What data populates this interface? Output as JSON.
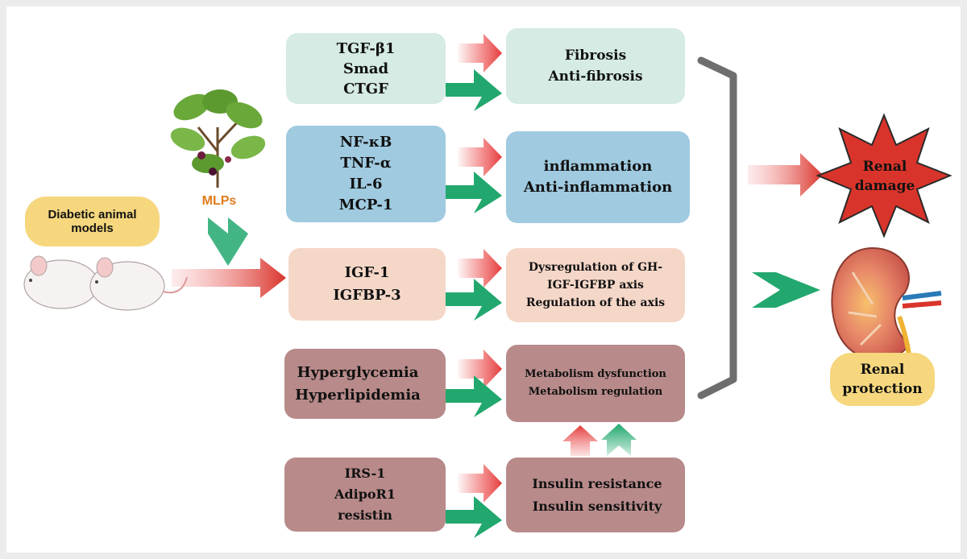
{
  "colors": {
    "green_box": "#d5ebe3",
    "blue_box": "#9fcae0",
    "peach_box": "#f5d7c8",
    "mauve_box": "#b88a8a",
    "up_red": "#d9472f",
    "down_green": "#1a8a55",
    "pink_arrow": "#f06a6a",
    "green_arrow": "#22a86e",
    "bracket": "#6e6e6e",
    "star_fill": "#d9342b",
    "mlps_text": "#e07b1a",
    "yellow_label": "#f6d77e"
  },
  "source": {
    "label_lines": [
      "Diabetic animal",
      "models"
    ],
    "agent": "MLPs"
  },
  "pathways": [
    {
      "id": "fibrosis",
      "markers": [
        "TGF-β1",
        "Smad",
        "CTGF"
      ],
      "outcome_lines": [
        "Fibrosis",
        "Anti-fibrosis"
      ]
    },
    {
      "id": "inflammation",
      "markers": [
        "NF-κB",
        "TNF-α",
        "IL-6",
        "MCP-1"
      ],
      "outcome_lines": [
        "inflammation",
        "Anti-inflammation"
      ]
    },
    {
      "id": "gh-axis",
      "markers": [
        "IGF-1",
        "IGFBP-3"
      ],
      "outcome_lines": [
        "Dysregulation of GH-",
        "IGF-IGFBP axis",
        "Regulation of the axis"
      ]
    },
    {
      "id": "metabolism",
      "markers": [
        "Hyperglycemia",
        "Hyperlipidemia"
      ],
      "outcome_lines": [
        "Metabolism dysfunction",
        "Metabolism regulation"
      ]
    },
    {
      "id": "insulin",
      "markers": [
        "IRS-1",
        "AdipoR1",
        "resistin"
      ],
      "outcome_lines": [
        "Insulin resistance",
        "Insulin sensitivity"
      ]
    }
  ],
  "results": {
    "damage_lines": [
      "Renal",
      "damage"
    ],
    "protection_lines": [
      "Renal",
      "protection"
    ]
  },
  "icons": {
    "leaf": "mulberry-leaf-plant-icon",
    "mouse": "mouse-icon",
    "kidney": "kidney-icon",
    "star": "burst-star-icon",
    "up": "up-arrow-icon",
    "down": "down-arrow-icon"
  }
}
